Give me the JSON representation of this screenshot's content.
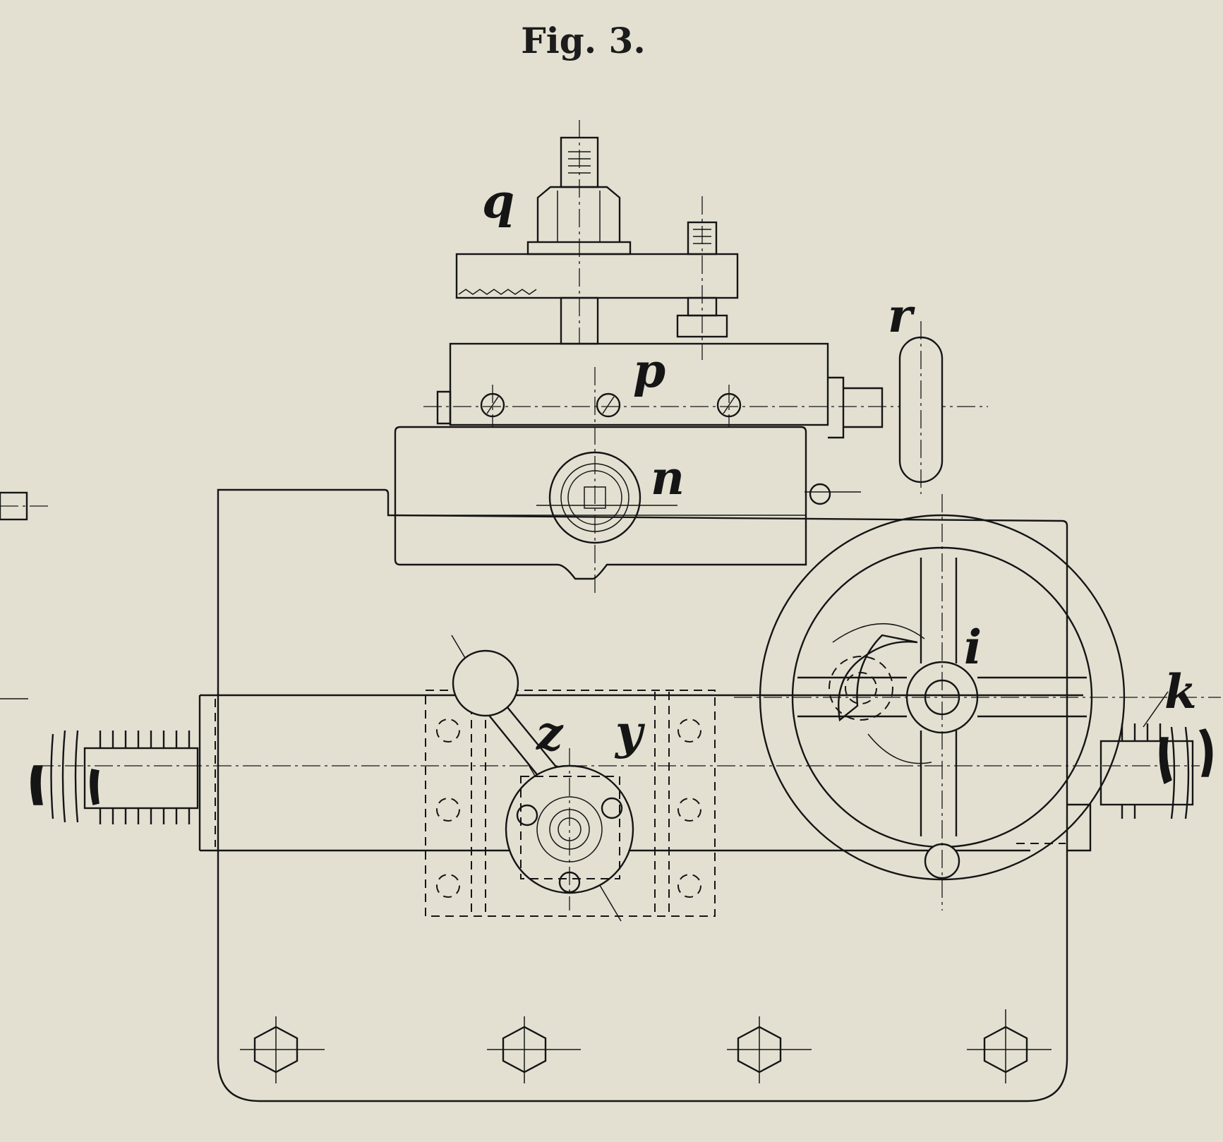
{
  "title": "Fig. 3.",
  "labels": {
    "q": "q",
    "p": "p",
    "r": "r",
    "n": "n",
    "i": "i",
    "k": "k",
    "z": "z",
    "y": "y"
  }
}
